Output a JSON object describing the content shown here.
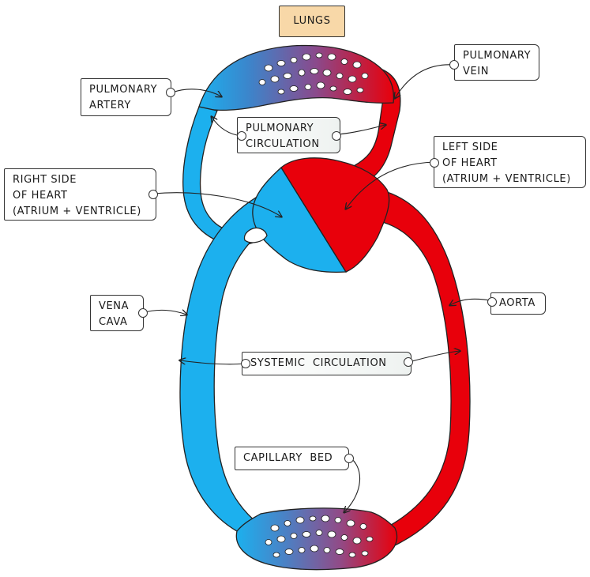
{
  "diagram": {
    "lungs": "LUNGS",
    "pulmonary_artery": "PULMONARY\nARTERY",
    "pulmonary_vein": "PULMONARY\nVEIN",
    "pulmonary_circulation": "PULMONARY\nCIRCULATION",
    "left_side": "LEFT SIDE\nOF HEART\n(ATRIUM + VENTRICLE)",
    "right_side": "RIGHT SIDE\nOF HEART\n(ATRIUM + VENTRICLE)",
    "vena_cava": "VENA\nCAVA",
    "aorta": "AORTA",
    "systemic_circulation": "SYSTEMIC  CIRCULATION",
    "capillary_bed": "CAPILLARY  BED"
  },
  "colors": {
    "oxygenated": "#e8000b",
    "deoxygenated": "#1cb0ee",
    "lungs_box": "#f8d8a8"
  }
}
